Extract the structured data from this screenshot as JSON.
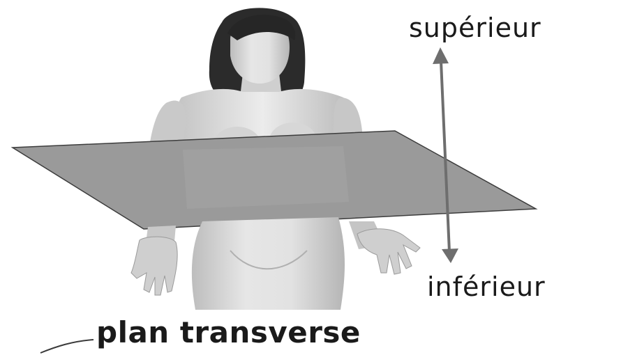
{
  "labels": {
    "superior": "supérieur",
    "inferior": "inférieur",
    "plane_name": "plan transverse"
  },
  "colors": {
    "plane_fill": "#9a9a9a",
    "plane_stroke": "#3c3c3c",
    "arrow": "#6e6e6e",
    "skin": "#d9d9d9",
    "hair": "#2a2a2a",
    "text": "#1a1a1a"
  }
}
